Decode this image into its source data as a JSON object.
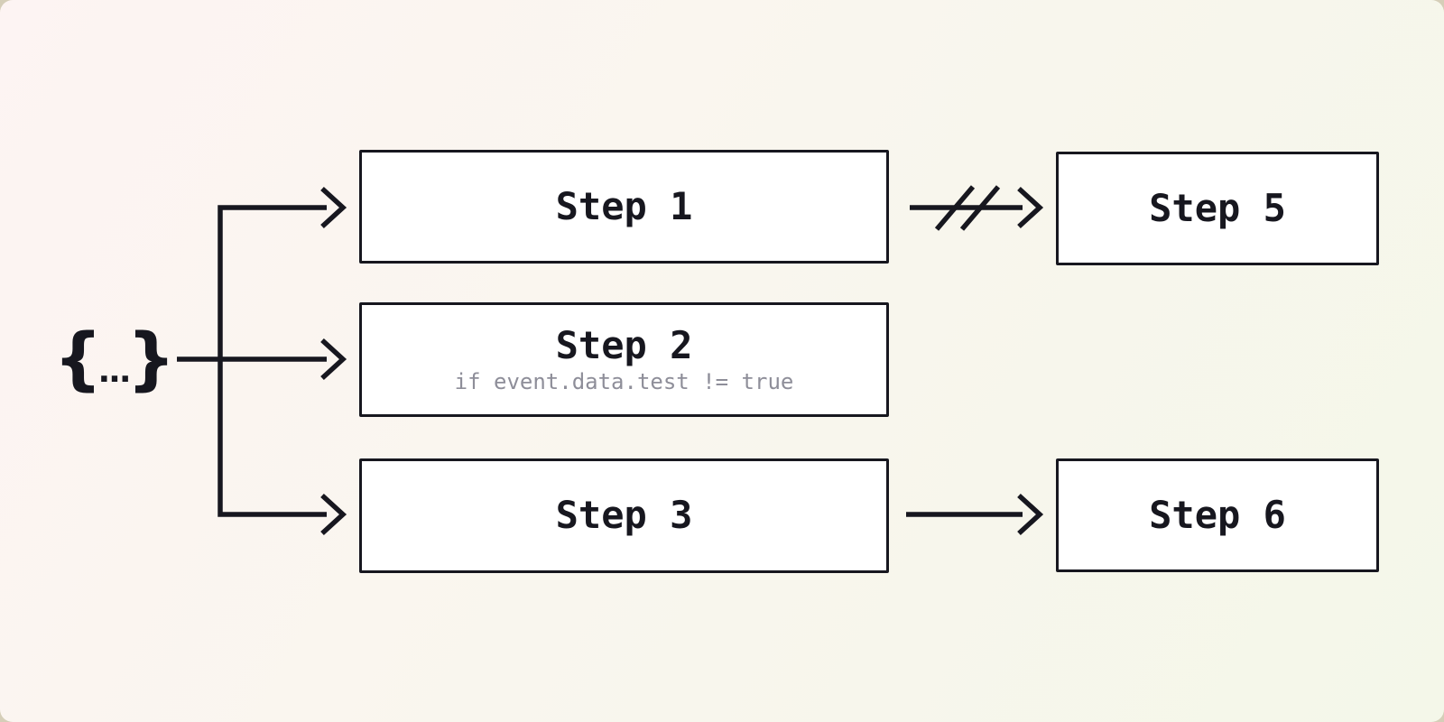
{
  "theme": {
    "canvas_bg": "#d5ceb8",
    "card_start": "#fdf4f3",
    "card_mid": "#f9f6ee",
    "card_end": "#f4f7e9",
    "line_color": "#17171f",
    "node_bg": "#ffffff",
    "node_border": "#17171f",
    "node_text": "#17171f",
    "condition_color": "#8e8e99"
  },
  "diagram": {
    "source": {
      "label": "{...}",
      "brace_open": "{",
      "dots": "...",
      "brace_close": "}"
    },
    "nodes": [
      {
        "id": "step1",
        "label": "Step 1"
      },
      {
        "id": "step2",
        "label": "Step 2",
        "condition": "if event.data.test != true"
      },
      {
        "id": "step3",
        "label": "Step 3"
      },
      {
        "id": "step5",
        "label": "Step 5"
      },
      {
        "id": "step6",
        "label": "Step 6"
      }
    ],
    "edges": [
      {
        "from": "source",
        "to": "step1",
        "type": "arrow"
      },
      {
        "from": "source",
        "to": "step2",
        "type": "arrow"
      },
      {
        "from": "source",
        "to": "step3",
        "type": "arrow"
      },
      {
        "from": "step1",
        "to": "step5",
        "type": "cancelled-arrow"
      },
      {
        "from": "step3",
        "to": "step6",
        "type": "arrow"
      }
    ]
  }
}
